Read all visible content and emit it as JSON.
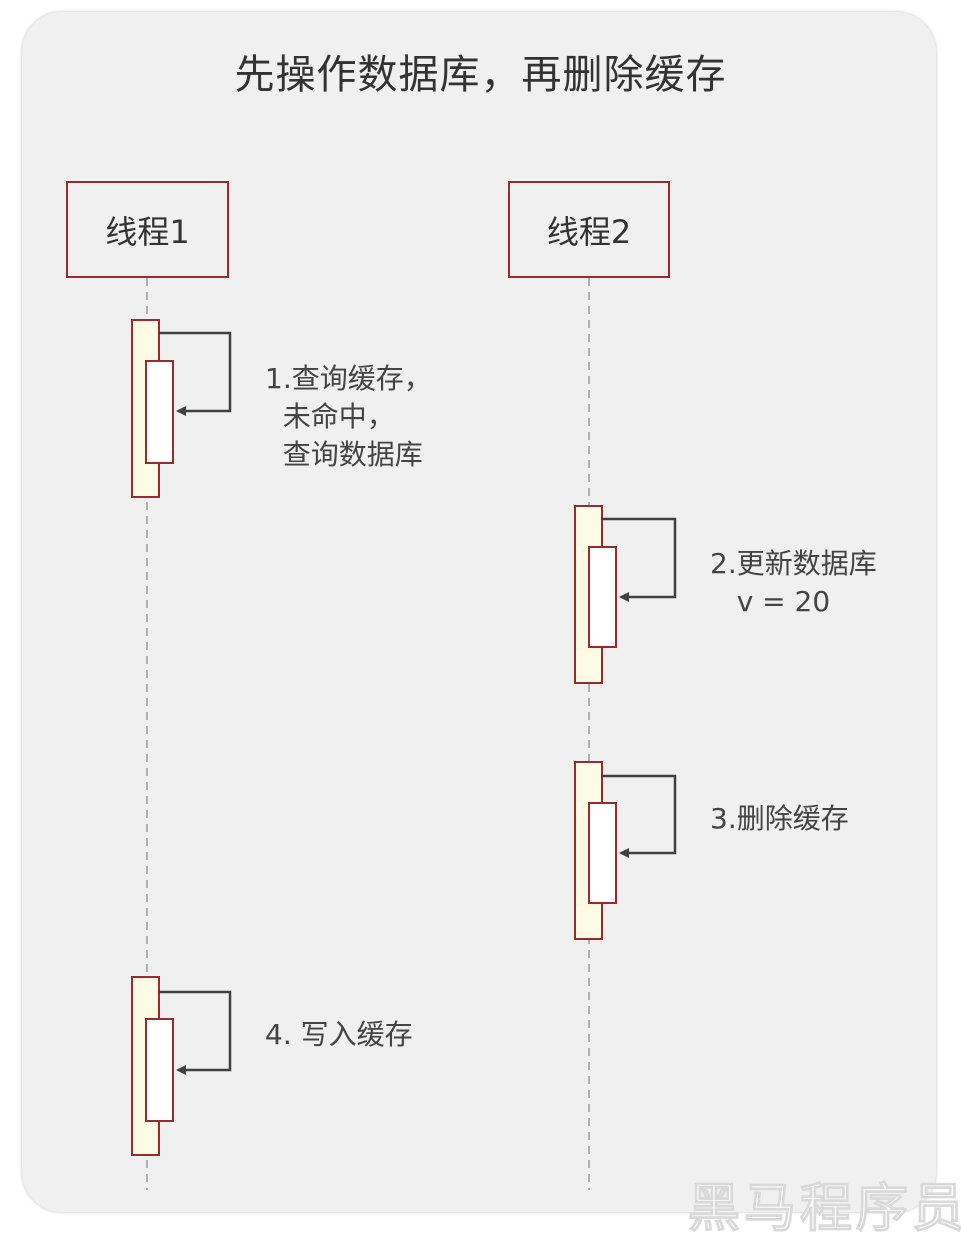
{
  "title": "先操作数据库，再删除缓存",
  "colors": {
    "lifeline_border": "#9b2a2c",
    "activation_fill": "#fdfbe3",
    "inner_fill": "#ffffff",
    "arrow": "#404040",
    "dashed_line": "#b0b0b0",
    "background": "#f0f0f0"
  },
  "threads": [
    {
      "id": "t1",
      "label": "线程1"
    },
    {
      "id": "t2",
      "label": "线程2"
    }
  ],
  "steps": [
    {
      "thread": "t1",
      "label": "1.查询缓存，\n  未命中，\n  查询数据库"
    },
    {
      "thread": "t2",
      "label": "2.更新数据库\n   v = 20"
    },
    {
      "thread": "t2",
      "label": "3.删除缓存"
    },
    {
      "thread": "t1",
      "label": "4. 写入缓存"
    }
  ],
  "watermark": "黑马程序员"
}
